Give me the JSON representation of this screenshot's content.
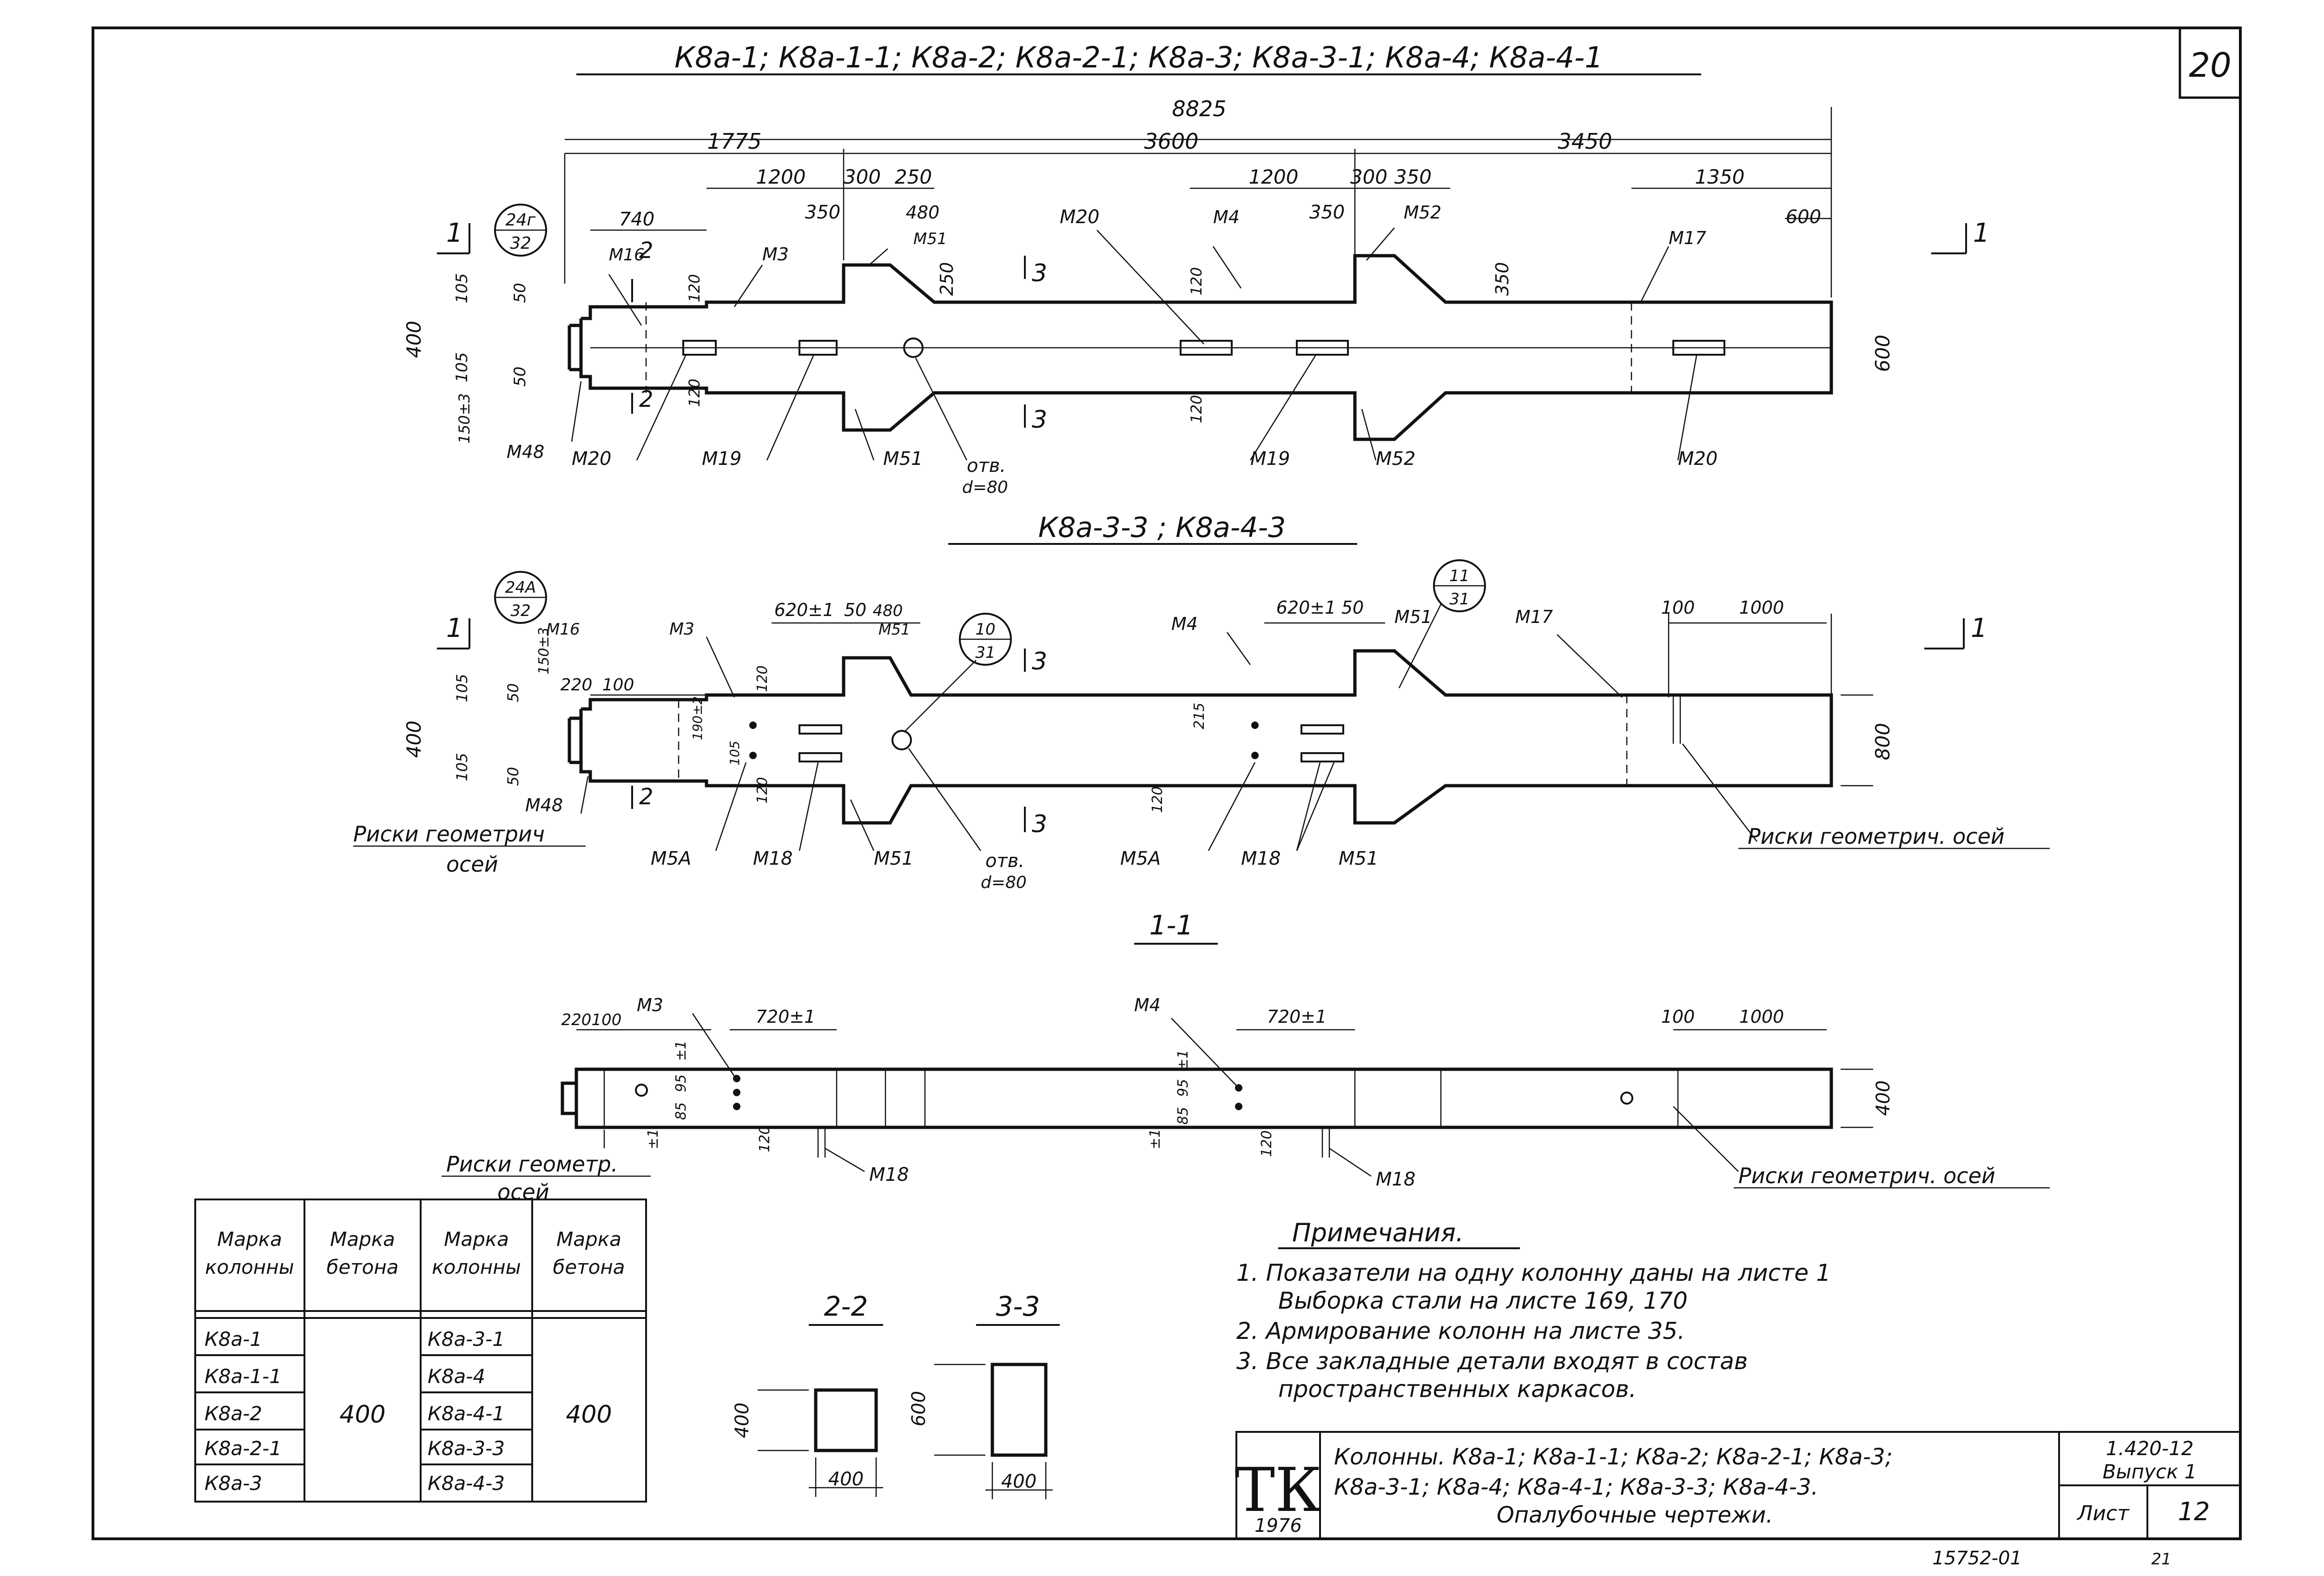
{
  "sheet_number": "20",
  "views": {
    "top": {
      "title": "К8а-1; К8а-1-1; К8а-2; К8а-2-1; К8а-3; К8а-3-1; К8а-4; К8а-4-1",
      "dims": {
        "total": "8825",
        "d1775": "1775",
        "d3600": "3600",
        "d3450": "3450",
        "d1200a": "1200",
        "d300a": "300",
        "d250": "250",
        "d1200b": "1200",
        "d300b": "300",
        "d350b": "350",
        "d1350": "1350",
        "d740": "740",
        "d350a": "350",
        "d480": "480",
        "d250v": "250",
        "d350c": "350",
        "d600": "600",
        "d350v": "350",
        "h400": "400",
        "h600": "600",
        "v105a": "105",
        "v105b": "105",
        "v50a": "50",
        "v50b": "50",
        "v150": "150±3",
        "v120a": "120",
        "v120b": "120",
        "v120c": "120",
        "v120d": "120"
      },
      "marks": {
        "section1": "1",
        "section1r": "1",
        "section2t": "2",
        "section2b": "2",
        "section3t": "3",
        "section3b": "3",
        "circle_top": "24г",
        "circle_bot": "32",
        "m16": "М16",
        "m3": "М3",
        "m51a": "М51",
        "m20a": "М20",
        "m4": "М4",
        "m52a": "М52",
        "m17": "М17",
        "m48": "М48",
        "m20b": "М20",
        "m19a": "М19",
        "m51b": "М51",
        "hole": "отв.",
        "hole_d": "d=80",
        "m19b": "М19",
        "m52b": "М52",
        "m20c": "М20"
      }
    },
    "mid": {
      "title": "К8а-3-3 ; К8а-4-3",
      "dims": {
        "d620a": "620±1",
        "d50a": "50",
        "d480": "480",
        "d620b": "620±1",
        "d50b": "50",
        "d100": "100",
        "d1000": "1000",
        "d220": "220",
        "d100b": "100",
        "h400": "400",
        "h800": "800",
        "v105a": "105",
        "v105b": "105",
        "v50a": "50",
        "v50b": "50",
        "v150": "150±3",
        "v120a": "120",
        "v120b": "120",
        "v190": "190±2",
        "v215": "215",
        "v105c": "105",
        "v120c": "120"
      },
      "marks": {
        "section1": "1",
        "section1r": "1",
        "section2": "2",
        "section3t": "3",
        "section3b": "3",
        "c1_top": "24А",
        "c1_bot": "32",
        "c2_top": "10",
        "c2_bot": "31",
        "c3_top": "11",
        "c3_bot": "31",
        "m16": "М16",
        "m3": "М3",
        "m51a": "М51",
        "m4": "М4",
        "m51b": "М51",
        "m17": "М17",
        "m48": "М48",
        "risk_left": "Риски геометрич",
        "risk_left2": "осей",
        "m5a": "М5А",
        "m18a": "М18",
        "m51c": "М51",
        "hole": "отв.",
        "hole_d": "d=80",
        "m5a2": "М5А",
        "m18b": "М18",
        "m51d": "М51",
        "risk_right": "Риски геометрич. осей"
      }
    },
    "sec11": {
      "title": "1-1",
      "dims": {
        "d220": "220",
        "d100": "100",
        "d720a": "720±1",
        "d720b": "720±1",
        "d100b": "100",
        "d1000": "1000",
        "h400": "400",
        "v85a": "85",
        "v95a": "95",
        "v1a": "±1",
        "v85b": "85",
        "v95b": "95",
        "v1b": "±1",
        "v120a": "120",
        "v120b": "120",
        "pm1a": "±1",
        "pm1b": "±1"
      },
      "marks": {
        "m3": "М3",
        "m4": "М4",
        "m18a": "М18",
        "m18b": "М18",
        "risk_left": "Риски геометр.",
        "risk_left2": "осей",
        "risk_right": "Риски геометрич. осей"
      }
    }
  },
  "table": {
    "headers": [
      "Марка колонны",
      "Марка бетона",
      "Марка колонны",
      "Марка бетона"
    ],
    "left_marks": [
      "К8а-1",
      "К8а-1-1",
      "К8а-2",
      "К8а-2-1",
      "К8а-3"
    ],
    "left_concrete": "400",
    "right_marks": [
      "К8а-3-1",
      "К8а-4",
      "К8а-4-1",
      "К8а-3-3",
      "К8а-4-3"
    ],
    "right_concrete": "400"
  },
  "small_sections": {
    "s22": {
      "title": "2-2",
      "h": "400",
      "w": "400"
    },
    "s33": {
      "title": "3-3",
      "h": "600",
      "w": "400"
    }
  },
  "notes": {
    "title": "Примечания.",
    "items": [
      "1. Показатели на одну колонну даны на листе 1",
      "Выборка стали на листе 169, 170",
      "2. Армирование колонн на листе 35.",
      "3. Все закладные детали входят в состав",
      "пространственных каркасов."
    ]
  },
  "title_block": {
    "logo": "ТК",
    "year": "1976",
    "line1": "Колонны. К8а-1; К8а-1-1; К8а-2; К8а-2-1; К8а-3;",
    "line2": "К8а-3-1; К8а-4; К8а-4-1; К8а-3-3; К8а-4-3.",
    "line3": "Опалубочные чертежи.",
    "series": "1.420-12",
    "issue": "Выпуск 1",
    "sheet_label": "Лист",
    "sheet_num": "12",
    "footer_code": "15752-01",
    "footer_tail": "21"
  }
}
